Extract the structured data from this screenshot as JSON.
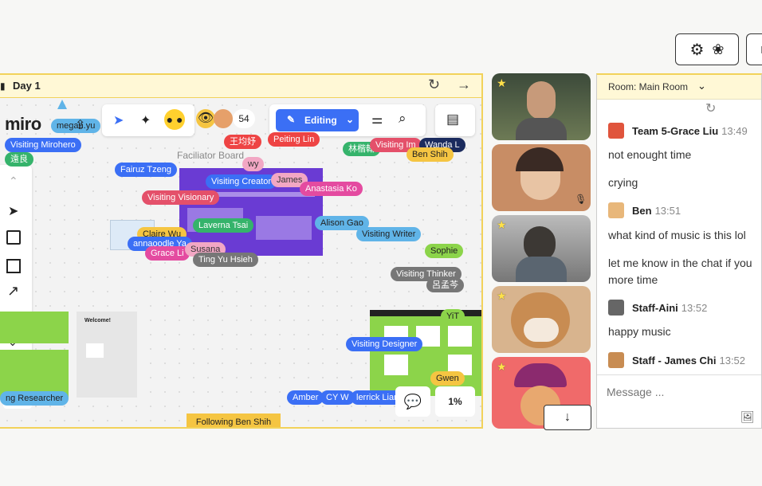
{
  "board": {
    "title": "Day 1",
    "logo": "miro",
    "facilitator_label": "Faciliator Board",
    "participant_count": "54",
    "editing_label": "Editing",
    "following_label": "Following Ben Shih",
    "zoom": "1%",
    "user_tag": "megan.yu",
    "welcome_label": "Welcome!",
    "cursors": [
      "Visiting Mirohero",
      "遠良",
      "Fairuz Tzeng",
      "Visiting Visionary",
      "Visiting Creator",
      "wy",
      "James",
      "Anastasia Ko",
      "王均妤",
      "Peiting Lin",
      "林楷翰",
      "Visiting Im",
      "Wanda L",
      "Ben Shih",
      "Claire Wu",
      "annaoodle Ya",
      "Grace Li",
      "Laverna Tsai",
      "Susana",
      "Ting Yu Hsieh",
      "Alison Gao",
      "Visiting Writer",
      "Sophie",
      "Visiting Thinker",
      "呂孟芩",
      "YiT",
      "Visiting Designer",
      "Gwen",
      "ng Researcher",
      "Amber",
      "CY W",
      "lerrick Lian"
    ]
  },
  "chat": {
    "room": "Room: Main Room",
    "placeholder": "Message ...",
    "messages": [
      {
        "name": "Team 5-Grace Liu",
        "time": "13:49",
        "lines": [
          "not enought time",
          "crying"
        ]
      },
      {
        "name": "Ben",
        "time": "13:51",
        "lines": [
          "what kind of music is this lol",
          "let me know in the chat if you",
          "more time"
        ]
      },
      {
        "name": "Staff-Aini",
        "time": "13:52",
        "lines": [
          "happy music"
        ]
      },
      {
        "name": "Staff - James Chi",
        "time": "13:52",
        "lines": []
      }
    ]
  },
  "colors": {
    "accent": "#3b6ff5",
    "board_border": "#f2d25a",
    "board_header": "#fff8d6",
    "purple_frame": "#6a3bd3",
    "green_frame": "#8cd44a"
  },
  "icons": [
    "gear-icon",
    "paw-icon",
    "refresh-icon",
    "arrow-right-icon",
    "chevron-down-icon",
    "image-icon",
    "chat-bubble-icon"
  ]
}
